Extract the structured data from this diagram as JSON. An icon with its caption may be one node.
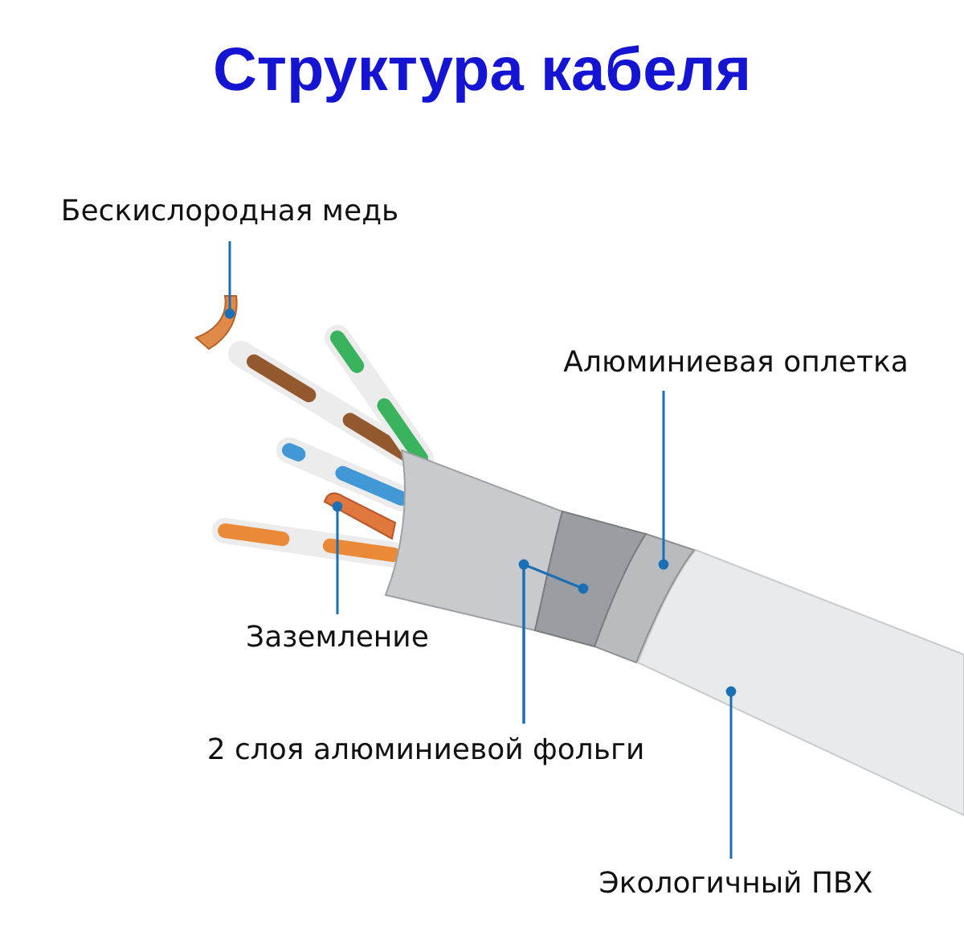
{
  "diagram": {
    "title": "Структура кабеля",
    "nodes": [
      {
        "text": [
          "Бескислородная медь"
        ]
      },
      {
        "text": [],
        "shape": "picture"
      },
      {
        "text": [
          "Алюминиевая оплетка"
        ]
      },
      {
        "text": [],
        "shape": "picture"
      },
      {
        "text": [
          "Заземление"
        ]
      },
      {
        "text": [],
        "shape": "picture"
      },
      {
        "text": [
          "2 слоя алюминиевой фольги"
        ]
      },
      {
        "text": [],
        "shape": "picture"
      },
      {
        "text": [],
        "shape": "picture"
      },
      {
        "text": [
          "Экологичный ПВХ"
        ]
      },
      {
        "text": [],
        "shape": "picture"
      }
    ],
    "edges": [
      {
        "from": 0,
        "to": 1,
        "arrow": "other"
      },
      {
        "from": 2,
        "to": 3,
        "arrow": "other"
      },
      {
        "from": 4,
        "to": 5,
        "arrow": "other"
      },
      {
        "from": 6,
        "to": 7,
        "arrow": "other"
      },
      {
        "from": 6,
        "to": 8,
        "arrow": "other"
      },
      {
        "from": 9,
        "to": 10,
        "arrow": "other"
      }
    ]
  }
}
